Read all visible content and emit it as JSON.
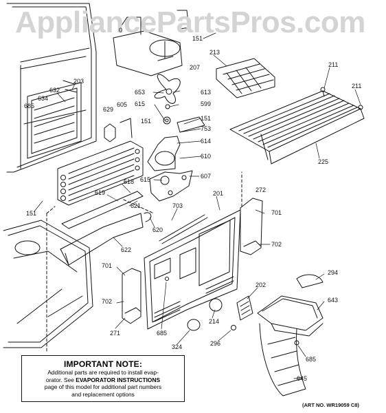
{
  "watermark": "AppliancePartsPros.com",
  "art_number": "(ART NO. WR19059 C8)",
  "important_note": {
    "title": "IMPORTANT NOTE:",
    "line1": "Additional parts are required to install evap-",
    "line2_before": "orator.  See ",
    "line2_bold": "EVAPORATOR INSTRUCTIONS",
    "line3": "page of this model for additional part numbers",
    "line4": "and replacement options"
  },
  "callouts": [
    "151",
    "0",
    "207",
    "213",
    "211",
    "211",
    "203",
    "632",
    "634",
    "685",
    "653",
    "613",
    "615",
    "599",
    "629",
    "605",
    "151",
    "151",
    "753",
    "614",
    "610",
    "615",
    "607",
    "225",
    "618",
    "619",
    "621",
    "151",
    "620",
    "703",
    "201",
    "272",
    "701",
    "702",
    "622",
    "701",
    "702",
    "271",
    "685",
    "214",
    "202",
    "294",
    "643",
    "324",
    "296",
    "685",
    "645"
  ]
}
